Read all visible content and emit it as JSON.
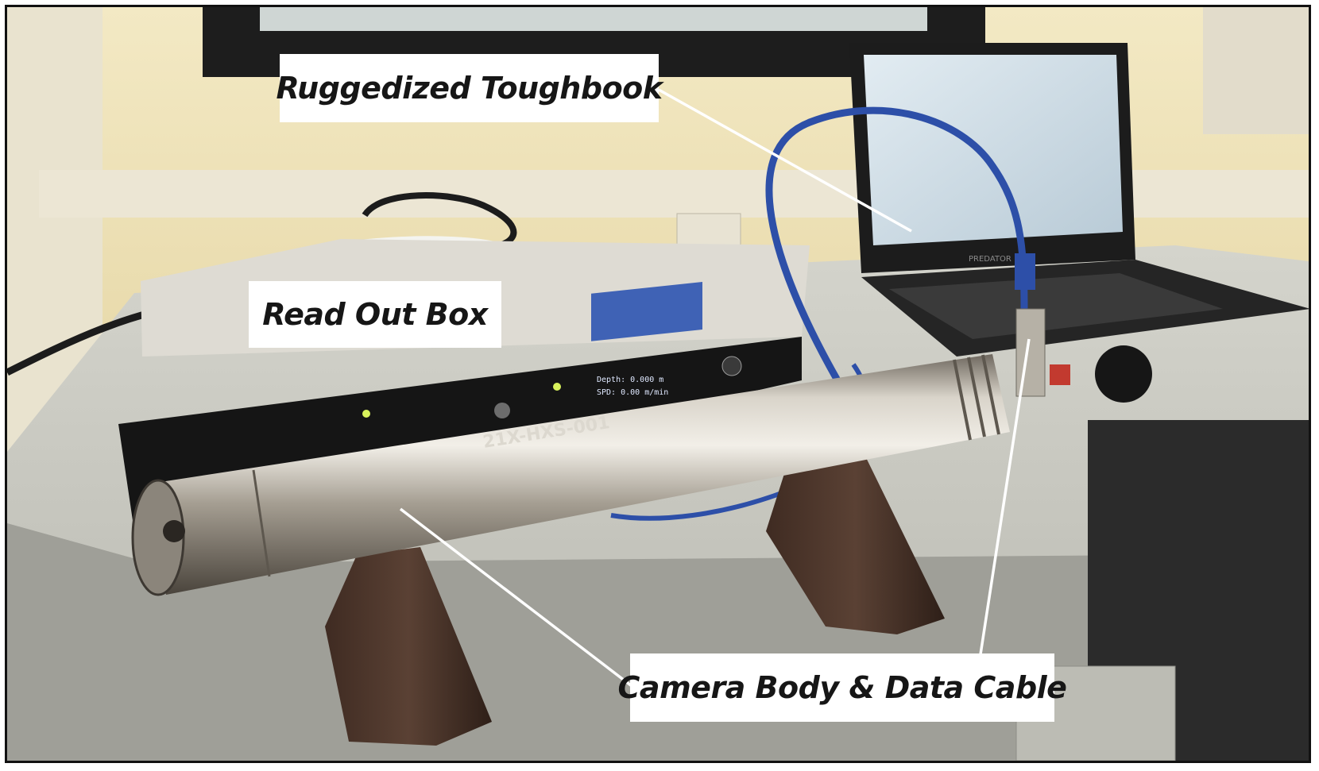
{
  "callouts": {
    "toughbook": "Ruggedized Toughbook",
    "readout": "Read Out Box",
    "camera": "Camera Body & Data Cable"
  },
  "photo_texts": {
    "probe_label": "21X-HXS-001",
    "screen_depth": "Depth: 0.000 m",
    "screen_speed": "SPD: 0.00 m/min",
    "laptop_brand": "PREDATOR"
  },
  "colors": {
    "wall": "#efe2b5",
    "bench": "#c9c9c2",
    "steel": "#a39c90",
    "cable_blue": "#2d4fa8",
    "callout_bg": "#ffffff",
    "callout_text": "#161616"
  }
}
